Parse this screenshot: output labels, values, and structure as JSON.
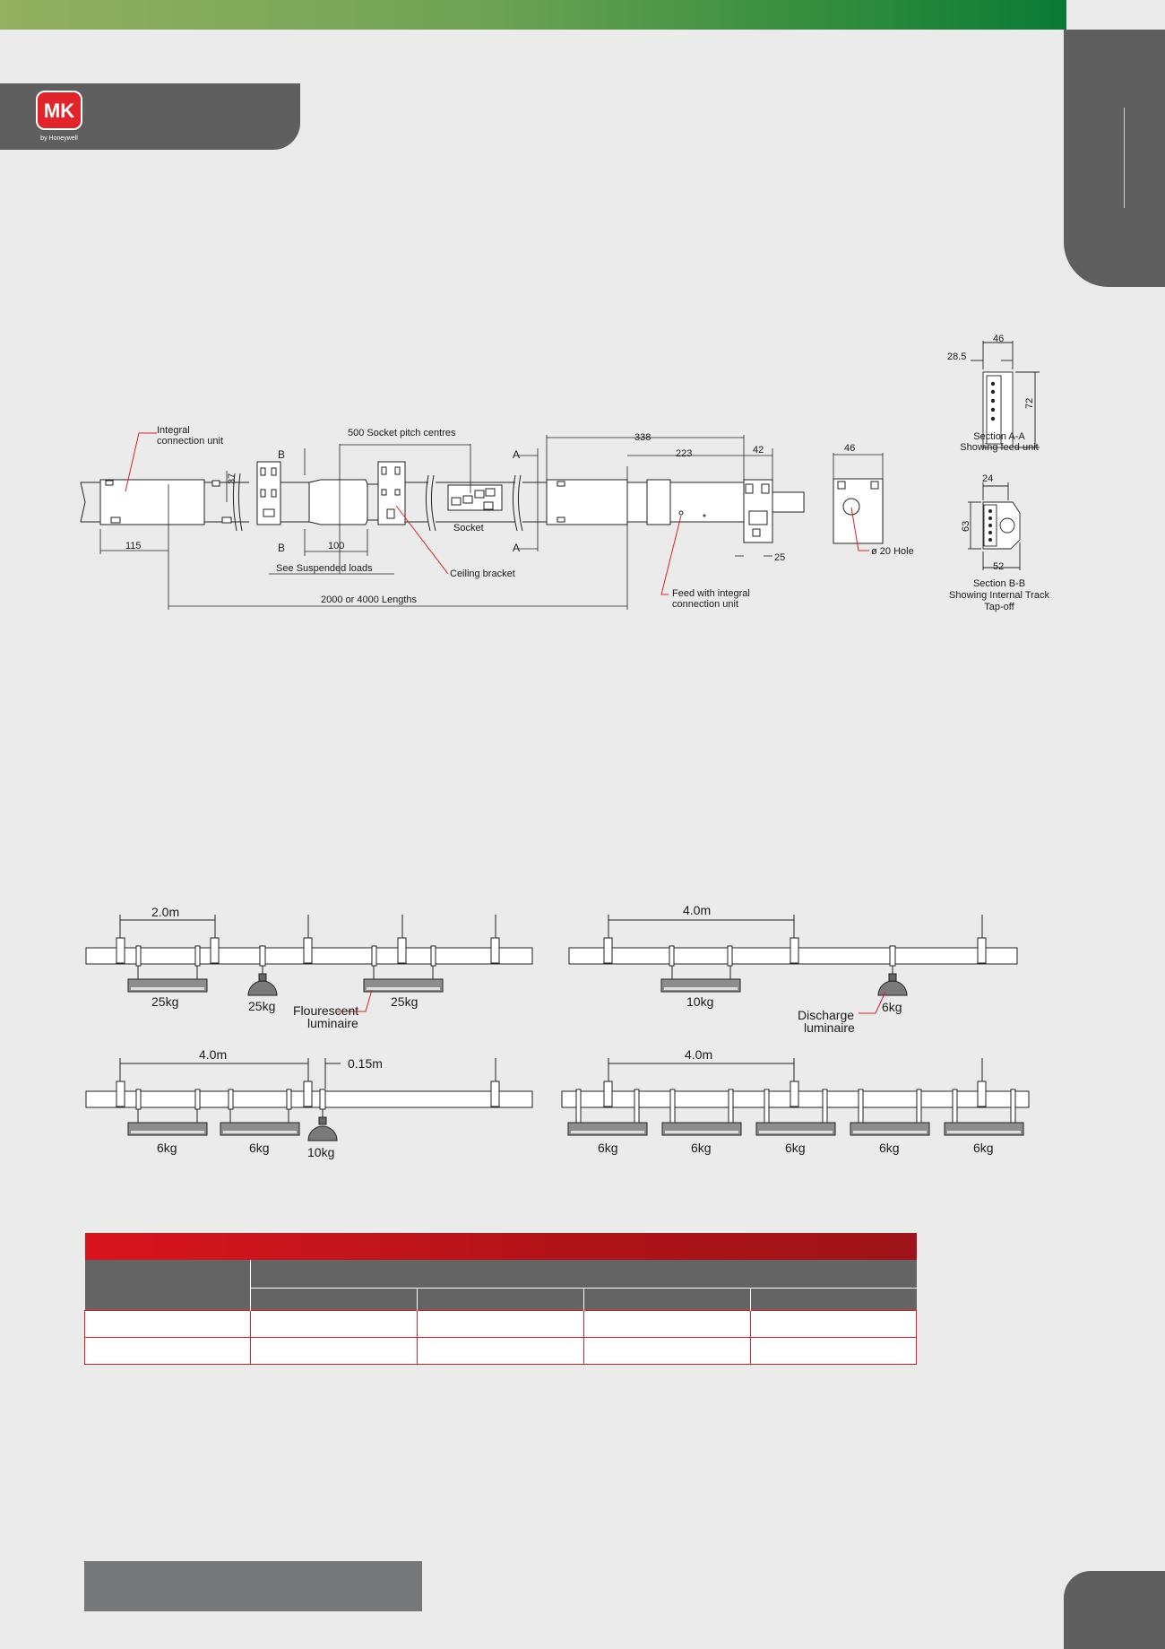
{
  "brand": {
    "logo_text": "MK",
    "logo_sub": "by Honeywell",
    "colors": {
      "green_start": "#94b061",
      "green_end": "#0a7a36",
      "tab_grey": "#5f5f5f",
      "table_red": "#d9222a"
    }
  },
  "track_drawing": {
    "labels": {
      "integral_1": "Integral",
      "integral_2": "connection unit",
      "socket_pitch": "500 Socket pitch centres",
      "dim_338": "338",
      "dim_223": "223",
      "dim_42": "42",
      "dim_46": "46",
      "dim_37": "37",
      "marker_b": "B",
      "marker_a": "A",
      "socket": "Socket",
      "dim_115": "115",
      "dim_100": "100",
      "see_loads": "See Suspended loads",
      "ceiling_bracket": "Ceiling bracket",
      "lengths": "2000 or 4000 Lengths",
      "feed_1": "Feed with integral",
      "feed_2": "connection unit",
      "dim_25": "25",
      "hole": "ø 20 Hole"
    }
  },
  "section_aa": {
    "dim_46": "46",
    "dim_28_5": "28.5",
    "dim_72": "72",
    "title": "Section A-A",
    "caption": "Showing feed unit"
  },
  "section_bb": {
    "dim_24": "24",
    "dim_63": "63",
    "dim_52": "52",
    "title": "Section B-B",
    "caption_1": "Showing Internal Track",
    "caption_2": "Tap-off"
  },
  "loads": {
    "d1": {
      "span": "2.0m",
      "load1": "25kg",
      "load2": "25kg",
      "load3": "25kg",
      "note_1": "Flourescent",
      "note_2": "luminaire"
    },
    "d2": {
      "span": "4.0m",
      "load1": "10kg",
      "load2": "6kg",
      "note_1": "Discharge",
      "note_2": "luminaire"
    },
    "d3": {
      "span": "4.0m",
      "offset": "0.15m",
      "load1": "6kg",
      "load2": "6kg",
      "load3": "10kg"
    },
    "d4": {
      "span": "4.0m",
      "loads": [
        "6kg",
        "6kg",
        "6kg",
        "6kg",
        "6kg"
      ]
    }
  }
}
